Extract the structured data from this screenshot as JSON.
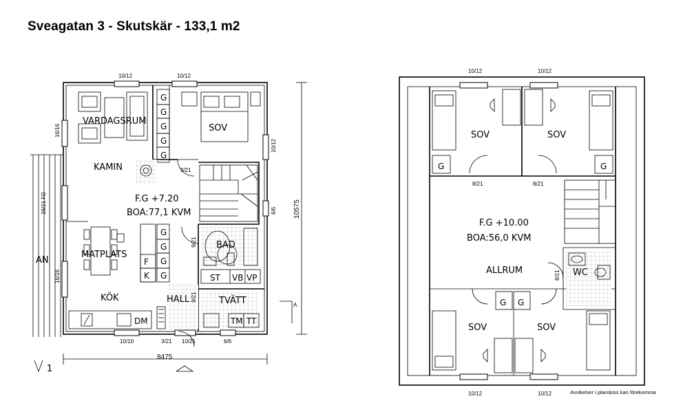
{
  "title": "Sveagatan 3 - Skutskär - 133,1 m2",
  "disclaimer": "Avvikelser i planskiss kan förekomma",
  "ground_floor": {
    "rooms": {
      "vardagsrum": "VARDAGSRUM",
      "sov": "SOV",
      "kamin": "KAMIN",
      "matplats": "MATPLATS",
      "kok": "KÖK",
      "bad": "BAD",
      "hall": "HALL",
      "tvatt": "TVÄTT",
      "an": "AN"
    },
    "floor_level": "F.G +7.20",
    "boa": "BOA:77,1 KVM",
    "fixtures": {
      "g": "G",
      "f": "F",
      "k": "K",
      "dm": "DM",
      "st": "ST",
      "vb": "VB",
      "vp": "VP",
      "tm": "TM",
      "tt": "TT"
    },
    "dimensions": {
      "top_window_left": "10/12",
      "top_window_right": "10/12",
      "left_window_top": "16/16",
      "left_door": "16/21 FD",
      "left_window_bottom": "16/16",
      "right_window_top": "10/12",
      "right_window_bottom": "6/6",
      "bottom_window_left": "10/10",
      "bottom_door_small": "3/21",
      "bottom_door": "10/21",
      "bottom_window_right": "6/6",
      "sov_door": "9/21",
      "bad_door": "9/21",
      "hall_door": "9/21",
      "total_width": "8475",
      "total_height": "10575",
      "section_mark": "A",
      "section_number": "1"
    }
  },
  "upper_floor": {
    "rooms": {
      "sov_1": "SOV",
      "sov_2": "SOV",
      "sov_3": "SOV",
      "sov_4": "SOV",
      "allrum": "ALLRUM",
      "wc": "WC"
    },
    "floor_level": "F.G +10.00",
    "boa": "BOA:56,0 KVM",
    "fixtures": {
      "g": "G"
    },
    "dimensions": {
      "top_window_left": "10/12",
      "top_window_right": "10/12",
      "bottom_window_left": "10/12",
      "bottom_window_right": "10/12",
      "door_left": "8/21",
      "door_right": "8/21",
      "wc_door": "8/21"
    }
  }
}
